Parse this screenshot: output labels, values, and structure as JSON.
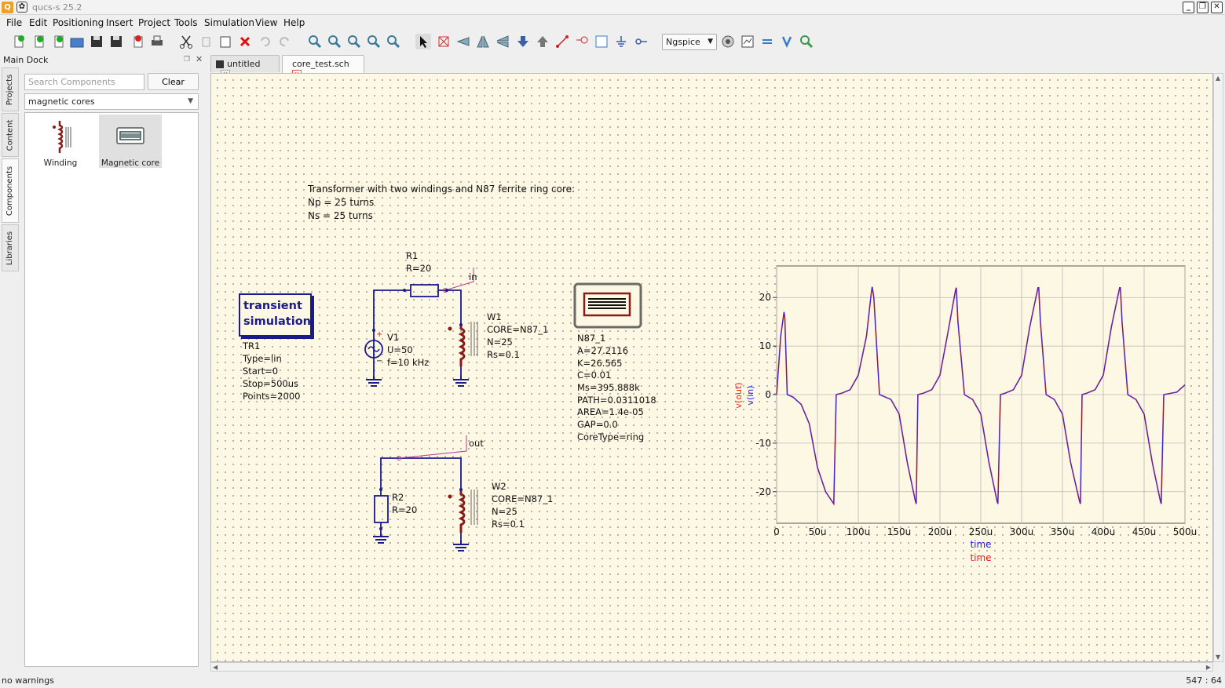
{
  "window": {
    "title": "qucs-s 25.2"
  },
  "menu": [
    "File",
    "Edit",
    "Positioning",
    "Insert",
    "Project",
    "Tools",
    "Simulation",
    "View",
    "Help"
  ],
  "toolbar": {
    "simulator": "Ngspice"
  },
  "dock": {
    "title": "Main Dock",
    "sidetabs": [
      "Projects",
      "Content",
      "Components",
      "Libraries"
    ],
    "search_placeholder": "Search Components",
    "clear_label": "Clear",
    "category": "magnetic cores",
    "components": [
      {
        "label": "Winding"
      },
      {
        "label": "Magnetic core"
      }
    ]
  },
  "tabs": [
    {
      "label": "untitled"
    },
    {
      "label": "core_test.sch"
    }
  ],
  "schematic": {
    "note": [
      "Transformer with two windings and N87 ferrite ring core:",
      "Np = 25 turns",
      "Ns = 25 turns"
    ],
    "sim_block": {
      "title_line1": "transient",
      "title_line2": "simulation",
      "params": [
        "TR1",
        "Type=lin",
        "Start=0",
        "Stop=500us",
        "Points=2000"
      ]
    },
    "r1": [
      "R1",
      "R=20"
    ],
    "v1": [
      "V1",
      "U=50",
      "f=10 kHz"
    ],
    "w1": [
      "W1",
      "CORE=N87_1",
      "N=25",
      "Rs=0.1"
    ],
    "core": [
      "N87_1",
      "A=27.2116",
      "K=26.565",
      "C=0.01",
      "Ms=395.888k",
      "PATH=0.0311018",
      "AREA=1.4e-05",
      "GAP=0.0",
      "CoreType=ring"
    ],
    "r2": [
      "R2",
      "R=20"
    ],
    "w2": [
      "W2",
      "CORE=N87_1",
      "N=25",
      "Rs=0.1"
    ],
    "labels": {
      "in": "in",
      "out": "out"
    },
    "plus_sign": "+",
    "minus_sign": "−"
  },
  "chart_data": {
    "type": "line",
    "x_ticks": [
      "0",
      "50u",
      "100u",
      "150u",
      "200u",
      "250u",
      "300u",
      "350u",
      "400u",
      "450u",
      "500u"
    ],
    "y_ticks": [
      "20",
      "10",
      "0",
      "-10",
      "-20"
    ],
    "xlim": [
      0,
      500
    ],
    "ylim": [
      -26.5,
      26.5
    ],
    "xlabels": [
      {
        "text": "time",
        "color": "#1a1aff"
      },
      {
        "text": "time",
        "color": "#ff1a1a"
      }
    ],
    "ylabels": [
      {
        "text": "v(out)",
        "color": "#ff1a1a"
      },
      {
        "text": "v(in)",
        "color": "#1a1aff"
      }
    ],
    "grid": true,
    "series": [
      {
        "name": "v(out)",
        "color": "#e8202a"
      },
      {
        "name": "v(in)",
        "color": "#2a2ae8"
      }
    ],
    "points_x_us": [
      0,
      5,
      9,
      10,
      13,
      20,
      30,
      40,
      50,
      60,
      68,
      70,
      73,
      80,
      90,
      100,
      110,
      116,
      117,
      119,
      126,
      140,
      150,
      160,
      170,
      171,
      173,
      180,
      190,
      200,
      210,
      219,
      220,
      222,
      230,
      240,
      250,
      260,
      270,
      271,
      274,
      280,
      290,
      300,
      310,
      320,
      321,
      323,
      330,
      340,
      350,
      360,
      371,
      372,
      374,
      380,
      390,
      400,
      410,
      420,
      421,
      423,
      430,
      440,
      450,
      460,
      470,
      471,
      474,
      490,
      500
    ],
    "points_y": [
      0,
      12,
      17,
      16,
      0,
      -0.5,
      -2,
      -6,
      -15,
      -20,
      -22,
      -22.5,
      0,
      0.3,
      1,
      4,
      12,
      21,
      22.2,
      20,
      0,
      -1,
      -4,
      -14,
      -22,
      -22.5,
      0,
      0.3,
      1,
      4,
      13,
      21.5,
      22,
      15,
      0,
      -1,
      -4,
      -14,
      -22,
      -22.5,
      0,
      0.3,
      1,
      4,
      14,
      22,
      22,
      15,
      0,
      -1,
      -4,
      -14,
      -22,
      -22.5,
      0,
      0.3,
      1,
      4,
      14,
      22,
      22,
      15,
      0,
      -1,
      -4,
      -14,
      -22,
      -22.5,
      0,
      0.5,
      2
    ]
  },
  "status": {
    "left": "no warnings",
    "right": "547 : 64"
  }
}
